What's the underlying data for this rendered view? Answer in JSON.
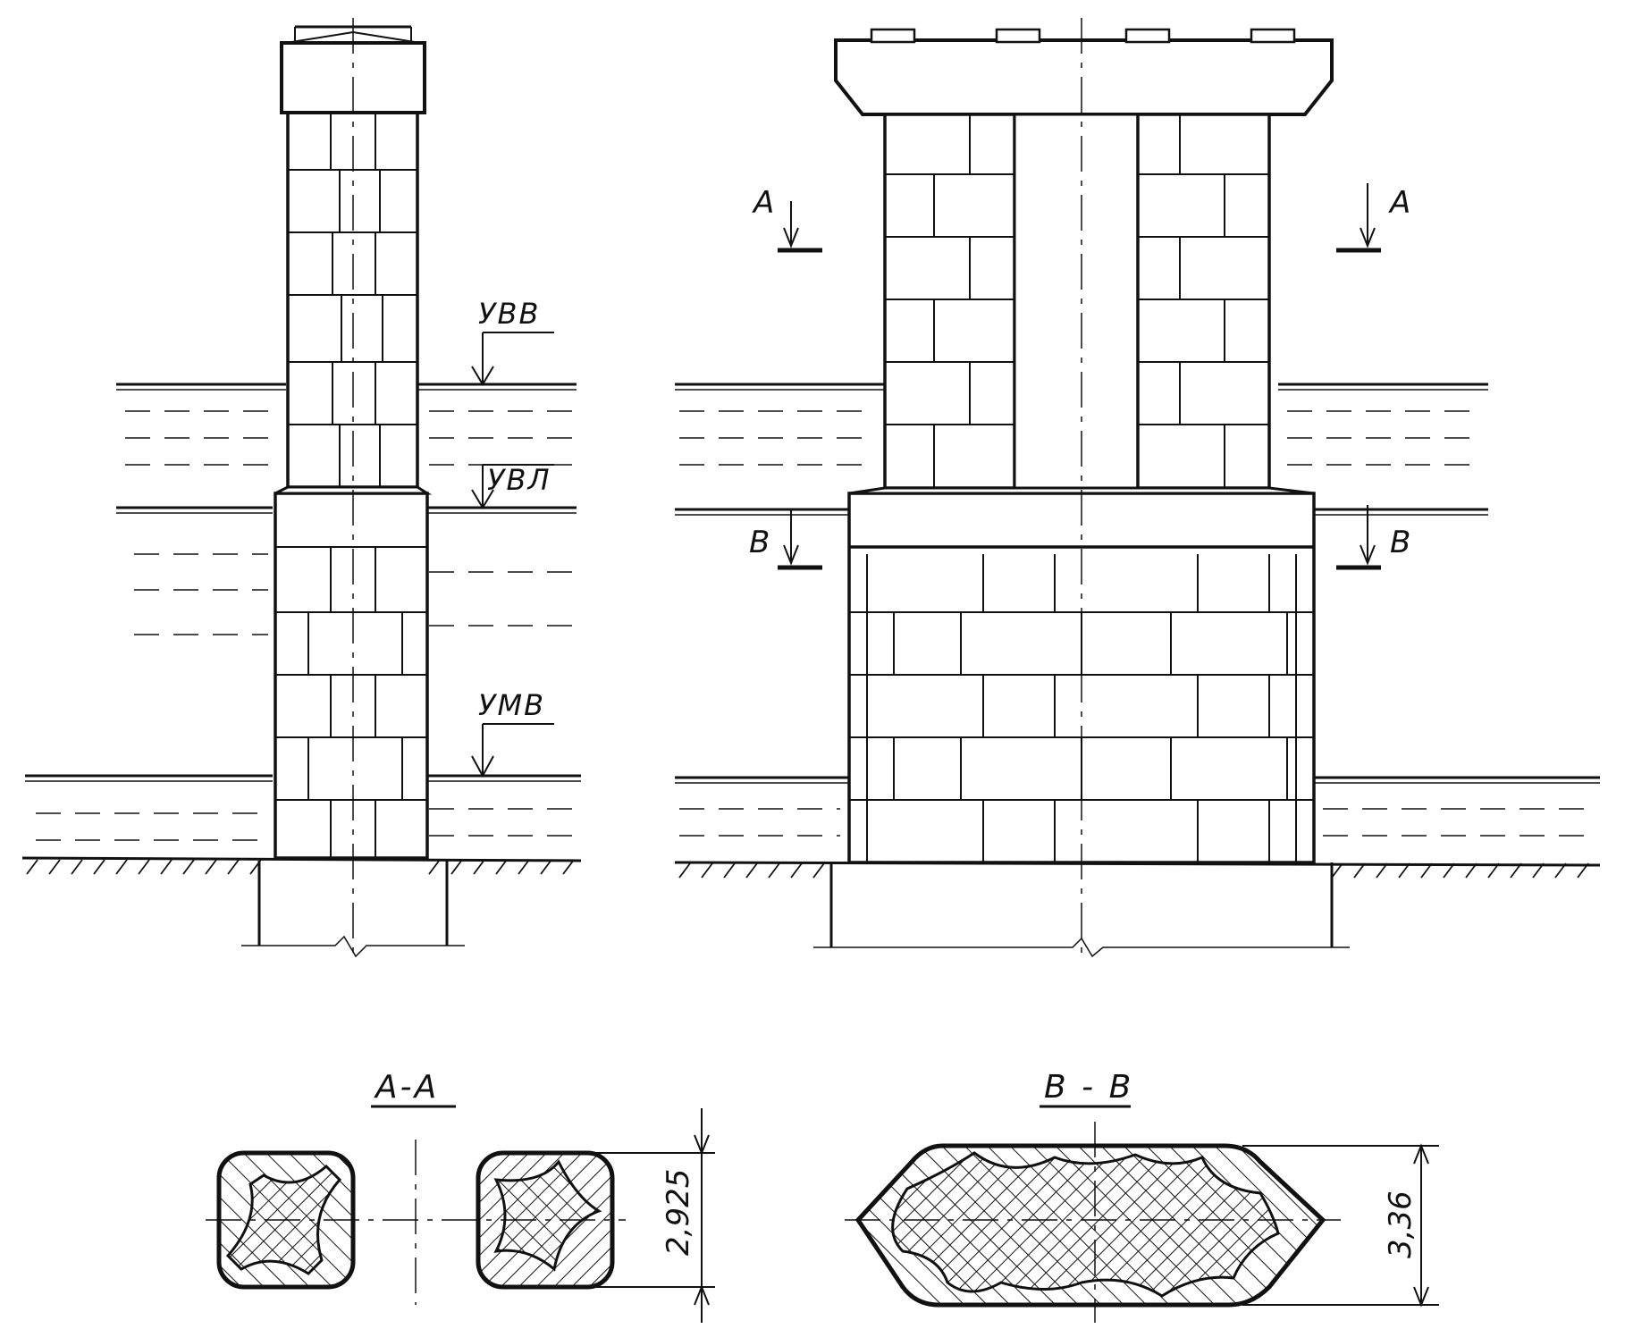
{
  "levels": {
    "high_water": "УВВ",
    "ice_level": "УВЛ",
    "low_water": "УМВ"
  },
  "cut_markers": {
    "a": "А",
    "b": "В"
  },
  "sections": {
    "aa": {
      "title": "А-А",
      "dimension": "2,925"
    },
    "bb": {
      "title": "В - В",
      "dimension": "3,36"
    }
  }
}
